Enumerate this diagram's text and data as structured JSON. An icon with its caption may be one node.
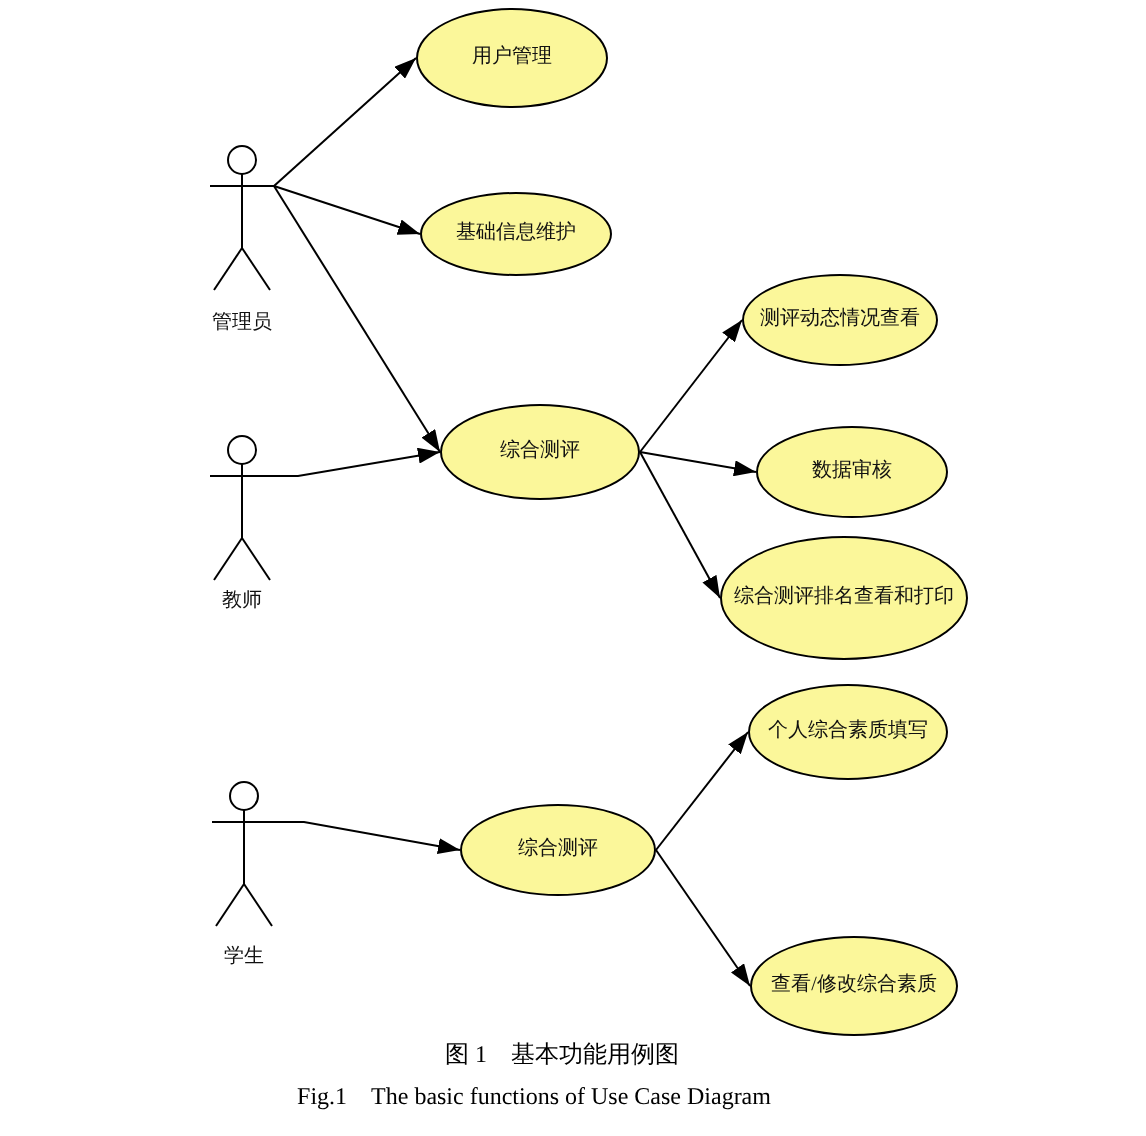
{
  "diagram": {
    "caption": "图 1　基本功能用例图",
    "nodes": [
      {
        "text": [
          "管理员"
        ]
      },
      {
        "text": [
          "用户管理"
        ]
      },
      {
        "text": [
          "基础信息维护"
        ]
      },
      {
        "text": [
          "综合测评"
        ]
      },
      {
        "text": [
          "测评动态情况查看"
        ]
      },
      {
        "text": [
          "数据审核"
        ]
      },
      {
        "text": [
          "综合测评排名查看和打印"
        ]
      },
      {
        "text": [
          "教师"
        ]
      },
      {
        "text": [
          "学生"
        ]
      },
      {
        "text": [
          "综合测评"
        ]
      },
      {
        "text": [
          "个人综合素质填写"
        ]
      },
      {
        "text": [
          "查看/修改综合素质"
        ]
      }
    ],
    "edges": [
      {
        "from": 0,
        "to": 1,
        "arrow": "to"
      },
      {
        "from": 0,
        "to": 2,
        "arrow": "to"
      },
      {
        "from": 0,
        "to": 3,
        "arrow": "to"
      },
      {
        "from": 7,
        "to": 3,
        "arrow": "to"
      },
      {
        "from": 3,
        "to": 4,
        "arrow": "to"
      },
      {
        "from": 3,
        "to": 5,
        "arrow": "to"
      },
      {
        "from": 3,
        "to": 6,
        "arrow": "to"
      },
      {
        "from": 8,
        "to": 9,
        "arrow": "to"
      },
      {
        "from": 9,
        "to": 10,
        "arrow": "to"
      },
      {
        "from": 9,
        "to": 11,
        "arrow": "to"
      }
    ],
    "labels": [
      "Fig.1　The basic functions of Use Case Diagram"
    ]
  }
}
